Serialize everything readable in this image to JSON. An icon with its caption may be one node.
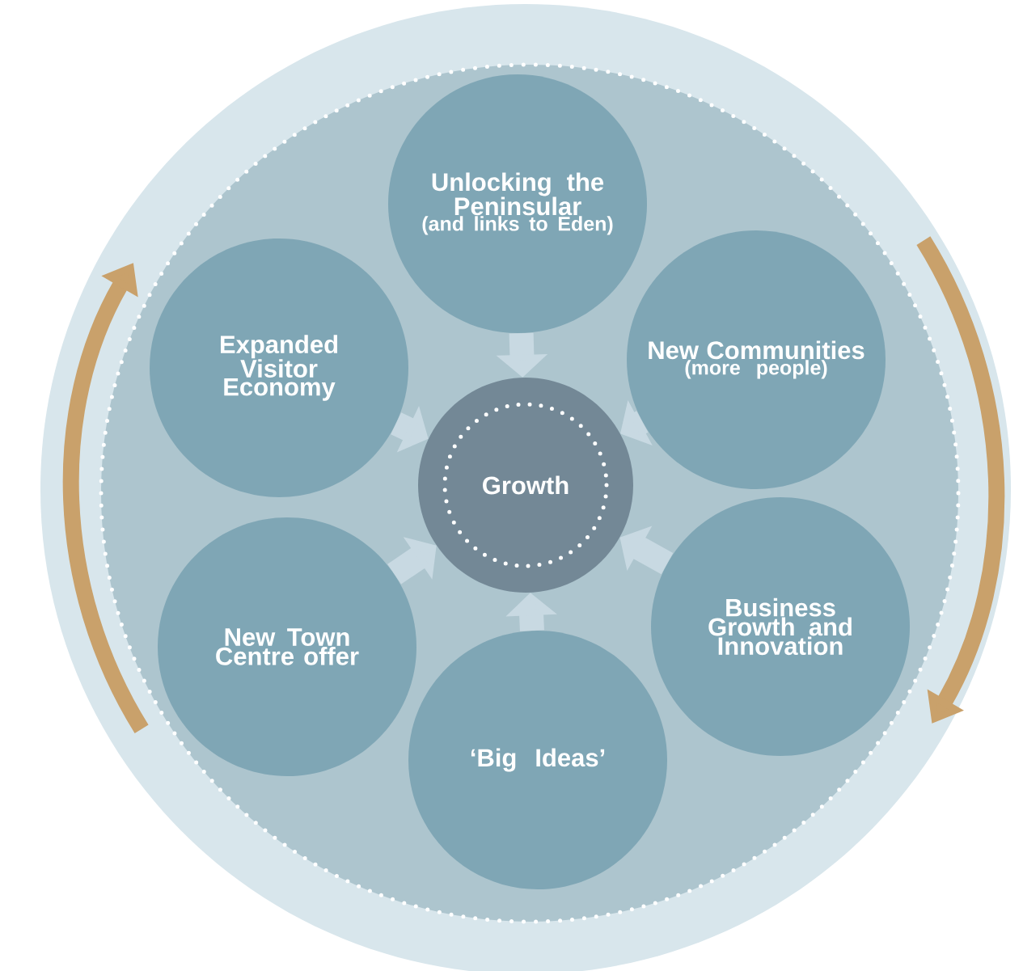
{
  "diagram": {
    "nodes": [
      {
        "text": [
          "Unlocking the Peninsular",
          "(and links to Eden)"
        ]
      },
      {
        "text": [
          "Expanded Visitor Economy"
        ]
      },
      {
        "text": [
          "New Communities",
          "(more people)"
        ]
      },
      {
        "text": [
          "Growth"
        ]
      },
      {
        "text": [
          "New Town Centre offer"
        ]
      },
      {
        "text": [
          "Business Growth and Innovation"
        ]
      },
      {
        "text": [
          "‘Big Ideas’"
        ]
      }
    ],
    "edges": [
      {
        "from": 0,
        "to": 3,
        "arrow": "to"
      },
      {
        "from": 1,
        "to": 3,
        "arrow": "to"
      },
      {
        "from": 2,
        "to": 3,
        "arrow": "to"
      },
      {
        "from": 4,
        "to": 3,
        "arrow": "to"
      },
      {
        "from": 5,
        "to": 3,
        "arrow": "to"
      },
      {
        "from": 6,
        "to": 3,
        "arrow": "to"
      }
    ]
  }
}
